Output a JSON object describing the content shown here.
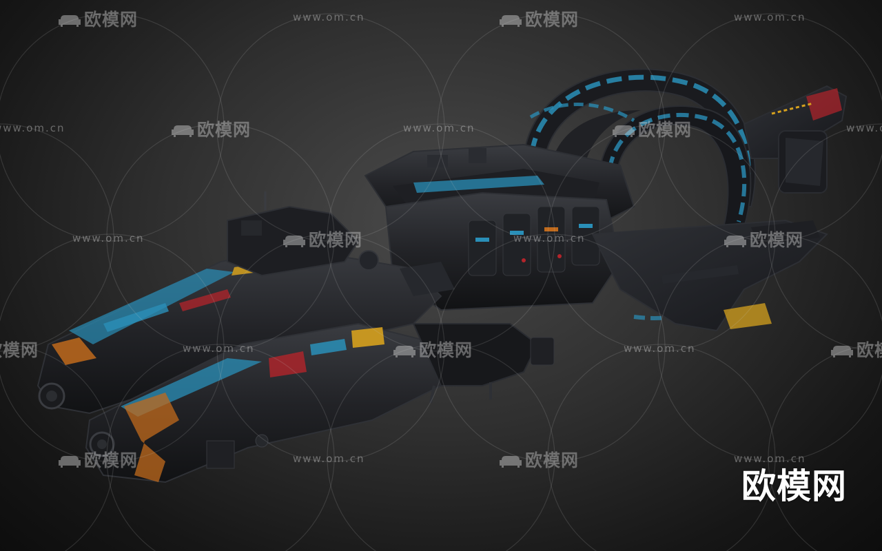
{
  "watermark": {
    "brand": "欧模网",
    "url": "www.om.cn",
    "corner_brand": "欧模网"
  },
  "image": {
    "subject": "spaceship-3d-model",
    "palette": {
      "background": "#2e2e2e",
      "hull": "#1c1d20",
      "hull_light": "#34363b",
      "accent_blue": "#2a8fb8",
      "accent_orange": "#c06a1c",
      "accent_red": "#b3242b",
      "accent_yellow": "#d6a11e"
    }
  }
}
